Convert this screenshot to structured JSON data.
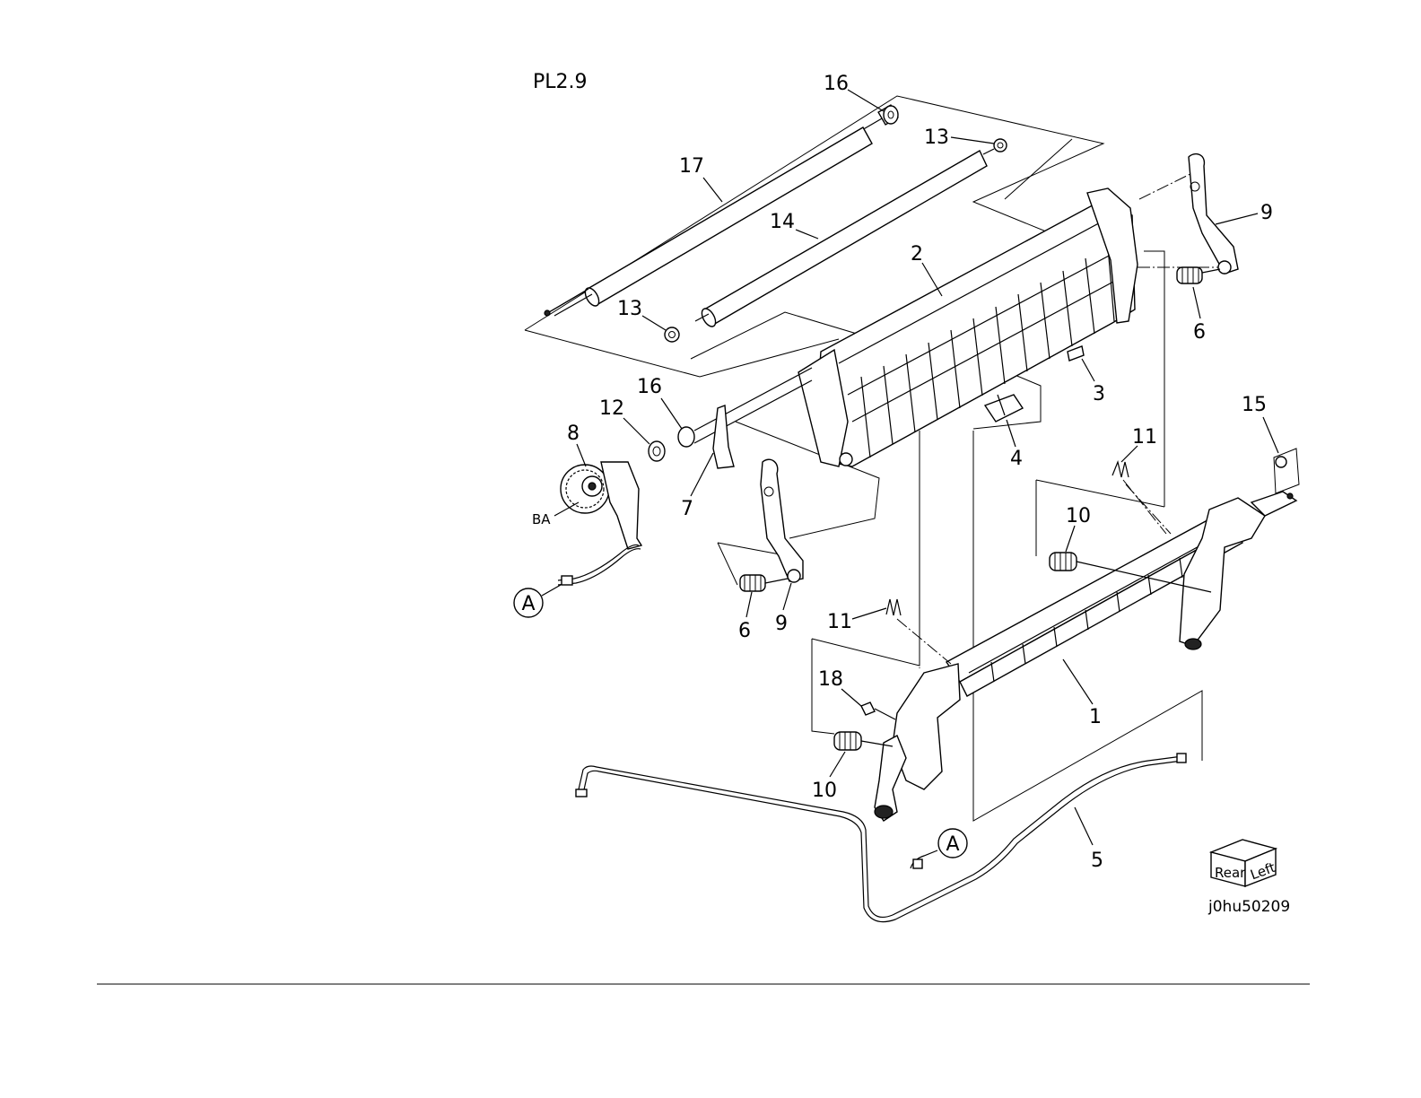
{
  "plate": {
    "title": "PL2.9",
    "figure_id": "j0hu50209"
  },
  "orientation_cube": {
    "front_label": "Rear",
    "side_label": "Left"
  },
  "connectors": {
    "a_upper": "A",
    "a_lower": "A"
  },
  "gear_label": "BA",
  "callouts": {
    "c1": "1",
    "c2": "2",
    "c3": "3",
    "c4": "4",
    "c5": "5",
    "c6a": "6",
    "c6b": "6",
    "c7": "7",
    "c8": "8",
    "c9a": "9",
    "c9b": "9",
    "c10a": "10",
    "c10b": "10",
    "c11a": "11",
    "c11b": "11",
    "c12": "12",
    "c13a": "13",
    "c13b": "13",
    "c14": "14",
    "c15": "15",
    "c16a": "16",
    "c16b": "16",
    "c17": "17",
    "c18": "18"
  }
}
